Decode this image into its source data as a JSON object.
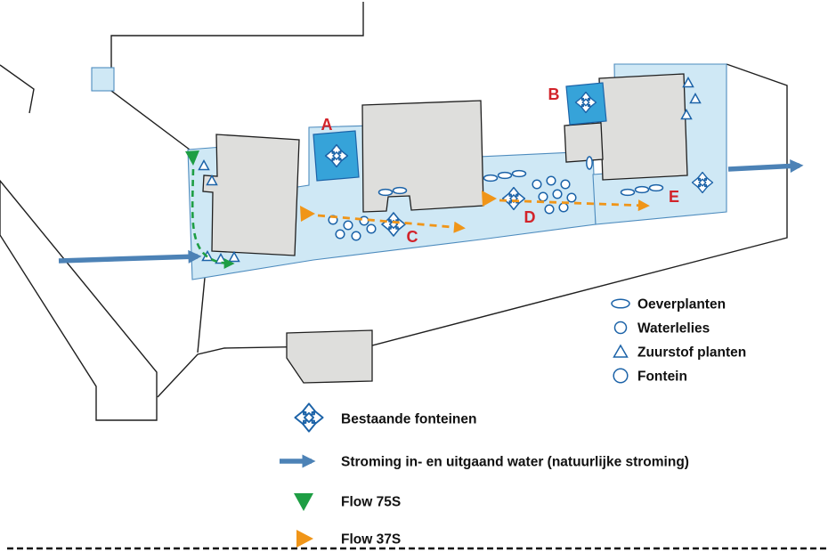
{
  "markers": [
    {
      "id": "A",
      "label": "A"
    },
    {
      "id": "B",
      "label": "B"
    },
    {
      "id": "C",
      "label": "C"
    },
    {
      "id": "D",
      "label": "D"
    },
    {
      "id": "E",
      "label": "E"
    }
  ],
  "legend_symbols": {
    "items": [
      {
        "icon": "oeverplanten-icon",
        "label": "Oeverplanten"
      },
      {
        "icon": "waterlelies-icon",
        "label": "Waterlelies"
      },
      {
        "icon": "zuurstof-planten-icon",
        "label": "Zuurstof planten"
      },
      {
        "icon": "fontein-icon",
        "label": "Fontein"
      }
    ]
  },
  "legend_flows": {
    "items": [
      {
        "icon": "bestaande-fontein-icon",
        "label": "Bestaande fonteinen"
      },
      {
        "icon": "stroming-arrow-icon",
        "label": "Stroming in- en uitgaand water (natuurlijke stroming)"
      },
      {
        "icon": "flow-75s-icon",
        "label": "Flow 75S"
      },
      {
        "icon": "flow-37s-icon",
        "label": "Flow 37S"
      }
    ]
  },
  "colors": {
    "water_light": "#cfe8f5",
    "water_medium": "#36a3d9",
    "symbol_blue": "#1c63a8",
    "building_grey": "#dededc",
    "flow_blue": "#4c82b6",
    "flow_green": "#1e9e44",
    "flow_orange": "#f09518",
    "marker_red": "#d2232a"
  }
}
